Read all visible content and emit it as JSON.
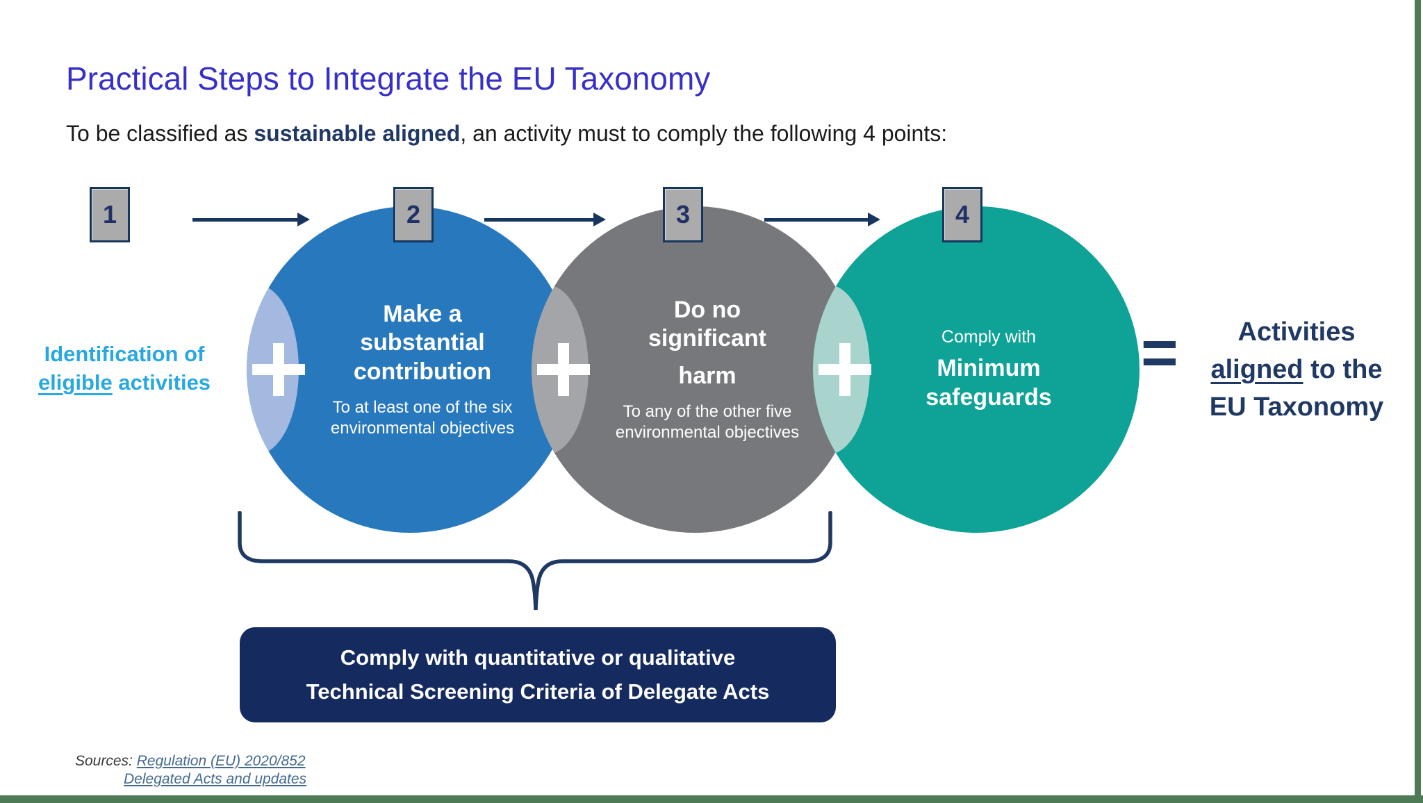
{
  "slide": {
    "title": "Practical Steps to Integrate the EU Taxonomy",
    "subtitle_prefix": "To be classified as ",
    "subtitle_bold": "sustainable aligned",
    "subtitle_suffix": ", an activity must to comply the following 4 points:"
  },
  "steps": {
    "numbers": [
      "1",
      "2",
      "3",
      "4"
    ]
  },
  "left_label": {
    "line1": "Identification of",
    "line2_underlined": "eligible",
    "line2_rest": " activities"
  },
  "circles": [
    {
      "name": "substantial-contribution",
      "color": "#2878BE",
      "lens_color": "#A3B9E0",
      "title_lines": [
        "Make a",
        "substantial",
        "contribution"
      ],
      "sub_line1": "To at least one of the six",
      "sub_line2": "environmental objectives"
    },
    {
      "name": "do-no-significant-harm",
      "color": "#77787B",
      "lens_color": "#A3A5A8",
      "title_lines": [
        "Do no",
        "significant",
        "harm"
      ],
      "sub_line1": "To any of the other five",
      "sub_line2": "environmental objectives"
    },
    {
      "name": "minimum-safeguards",
      "color": "#0FA296",
      "lens_color": "#A9D4CE",
      "pre_title": "Comply with",
      "title_lines": [
        "Minimum",
        "safeguards"
      ]
    }
  ],
  "icons": {
    "plus": "+",
    "arrow_right": "→",
    "equals": "="
  },
  "result": {
    "equals_symbol": "=",
    "line1": "Activities",
    "line2_underlined": "aligned",
    "line2_rest": " to the",
    "line3": "EU Taxonomy"
  },
  "bottom_box": {
    "line1": "Comply with quantitative or qualitative",
    "line2": "Technical Screening Criteria of Delegate Acts"
  },
  "sources": {
    "label": "Sources:",
    "link1": "Regulation (EU) 2020/852",
    "link2": "Delegated Acts and updates"
  },
  "colors": {
    "title": "#3730C8",
    "navy_text": "#1F3864",
    "navy_box": "#152A5E",
    "cyan_label": "#29A8E0",
    "blue_circle": "#2878BE",
    "gray_circle": "#77787B",
    "teal_circle": "#0FA296",
    "step_box_fill": "#ABABAB",
    "arrow": "#17365D",
    "green_frame": "#4E7A55",
    "source_link": "#44698F"
  }
}
